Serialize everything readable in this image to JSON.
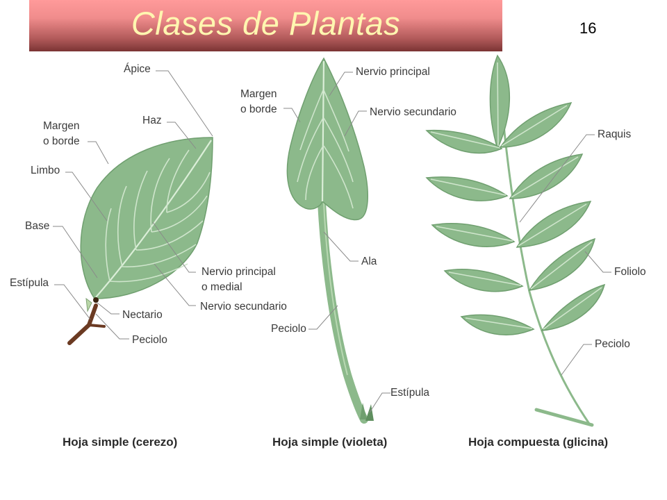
{
  "title": "Clases de Plantas",
  "page_number": "16",
  "colors": {
    "title_band_top": "#ff9a9a",
    "title_band_bottom": "#7a3434",
    "title_text": "#fff6b0",
    "leaf_fill": "#8cb98b",
    "leaf_stroke": "#6f9f6f",
    "vein": "#cfe5cc",
    "stem_brown": "#6b3a22"
  },
  "leaves": {
    "cerezo": {
      "caption": "Hoja simple (cerezo)",
      "labels": {
        "apice": "Ápice",
        "haz": "Haz",
        "margen_1": "Margen",
        "margen_2": "o borde",
        "limbo": "Limbo",
        "base": "Base",
        "estipula": "Estípula",
        "nervio_principal_1": "Nervio principal",
        "nervio_principal_2": "o medial",
        "nervio_secundario": "Nervio secundario",
        "nectario": "Nectario",
        "peciolo": "Peciolo"
      }
    },
    "violeta": {
      "caption": "Hoja simple (violeta)",
      "labels": {
        "margen_1": "Margen",
        "margen_2": "o borde",
        "nervio_principal": "Nervio principal",
        "nervio_secundario": "Nervio secundario",
        "ala": "Ala",
        "peciolo": "Peciolo",
        "estipula": "Estípula"
      }
    },
    "glicina": {
      "caption": "Hoja compuesta (glicina)",
      "labels": {
        "raquis": "Raquis",
        "foliolo": "Foliolo",
        "peciolo": "Peciolo"
      }
    }
  }
}
